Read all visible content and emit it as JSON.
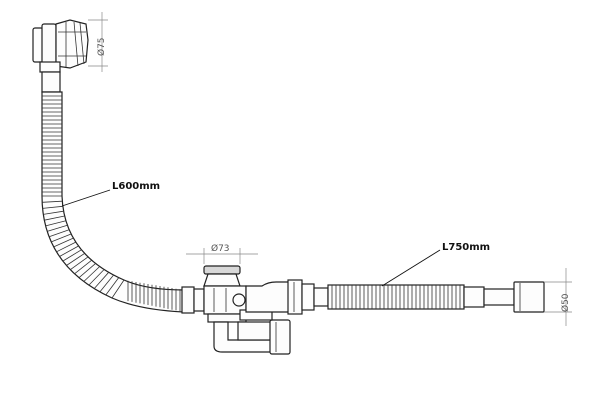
{
  "labels": {
    "overflow_hose_length": "L600mm",
    "drain_hose_length": "L750mm",
    "overflow_diameter": "Ø75",
    "plug_diameter": "Ø73",
    "outlet_diameter": "Ø50"
  },
  "colors": {
    "outline": "#222222",
    "fill": "#fdfdfd",
    "dimension": "#888888"
  }
}
